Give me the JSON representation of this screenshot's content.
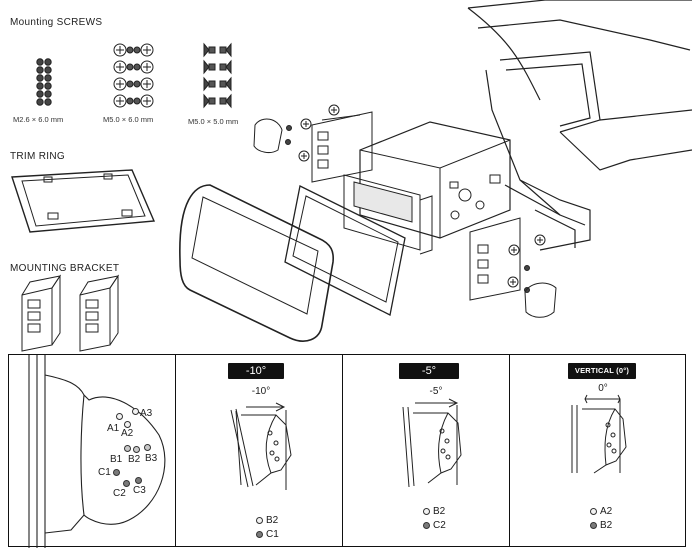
{
  "sections": {
    "screws_title": "Mounting SCREWS",
    "trim_title": "TRIM RING",
    "bracket_title": "MOUNTING BRACKET"
  },
  "screws": [
    {
      "label": "M2.6 × 6.0 mm"
    },
    {
      "label": "M5.0 × 6.0 mm"
    },
    {
      "label": "M5.0 × 5.0 mm"
    }
  ],
  "detail": {
    "holes": [
      "A1",
      "A2",
      "A3",
      "B1",
      "B2",
      "B3",
      "C1",
      "C2",
      "C3"
    ]
  },
  "angles": [
    {
      "badge": "-10°",
      "angle": "-10°",
      "legend": [
        {
          "text": "B2",
          "shade": "light"
        },
        {
          "text": "C1",
          "shade": "dark"
        }
      ]
    },
    {
      "badge": "-5°",
      "angle": "-5°",
      "legend": [
        {
          "text": "B2",
          "shade": "light"
        },
        {
          "text": "C2",
          "shade": "dark"
        }
      ]
    },
    {
      "badge": "VERTICAL (0°)",
      "angle": "0°",
      "legend": [
        {
          "text": "A2",
          "shade": "light"
        },
        {
          "text": "B2",
          "shade": "dark"
        }
      ]
    }
  ]
}
